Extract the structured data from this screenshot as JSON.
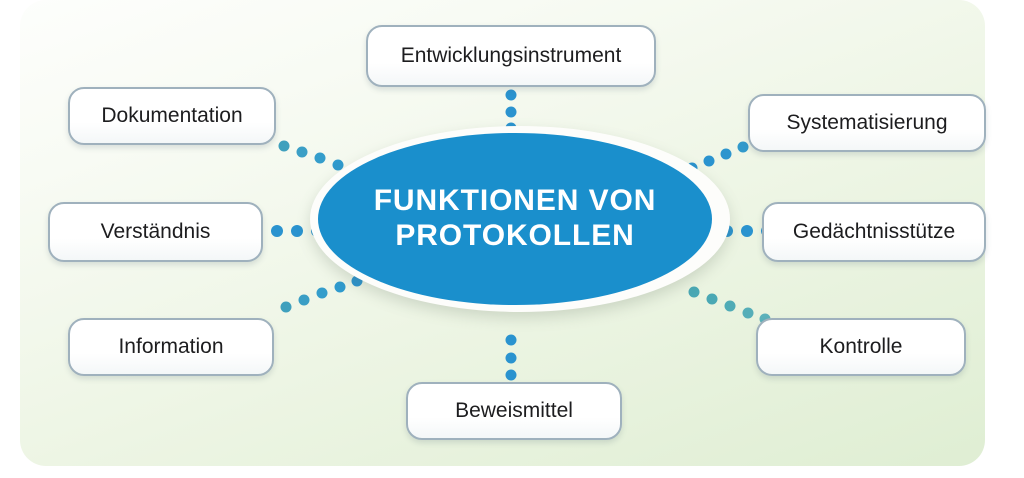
{
  "diagram": {
    "center": {
      "label": "FUNKTIONEN VON\nPROTOKOLLEN",
      "shape": "ellipse",
      "fill_color": "#1a8fcc",
      "text_color": "#ffffff"
    },
    "nodes": [
      {
        "id": "entwicklungsinstrument",
        "label": "Entwicklungsinstrument",
        "position": "top"
      },
      {
        "id": "dokumentation",
        "label": "Dokumentation",
        "position": "top-left"
      },
      {
        "id": "systematisierung",
        "label": "Systematisierung",
        "position": "top-right"
      },
      {
        "id": "verstaendnis",
        "label": "Verständnis",
        "position": "left"
      },
      {
        "id": "gedaechtnisstuetze",
        "label": "Gedächtnisstütze",
        "position": "right"
      },
      {
        "id": "information",
        "label": "Information",
        "position": "bottom-left"
      },
      {
        "id": "kontrolle",
        "label": "Kontrolle",
        "position": "bottom-right"
      },
      {
        "id": "beweismittel",
        "label": "Beweismittel",
        "position": "bottom"
      }
    ],
    "connector": {
      "style": "dotted",
      "colors": [
        "#2a93cf",
        "#4aa8b4",
        "#5fb2b8"
      ]
    },
    "colors": {
      "background_top": "#fdfefc",
      "background_bottom": "#dfeed3",
      "node_border": "#9fb1bd",
      "node_fill": "#ffffff",
      "node_text": "#1d1d1f",
      "accent_blue": "#1a8fcc",
      "accent_teal": "#4aa8b4"
    }
  }
}
